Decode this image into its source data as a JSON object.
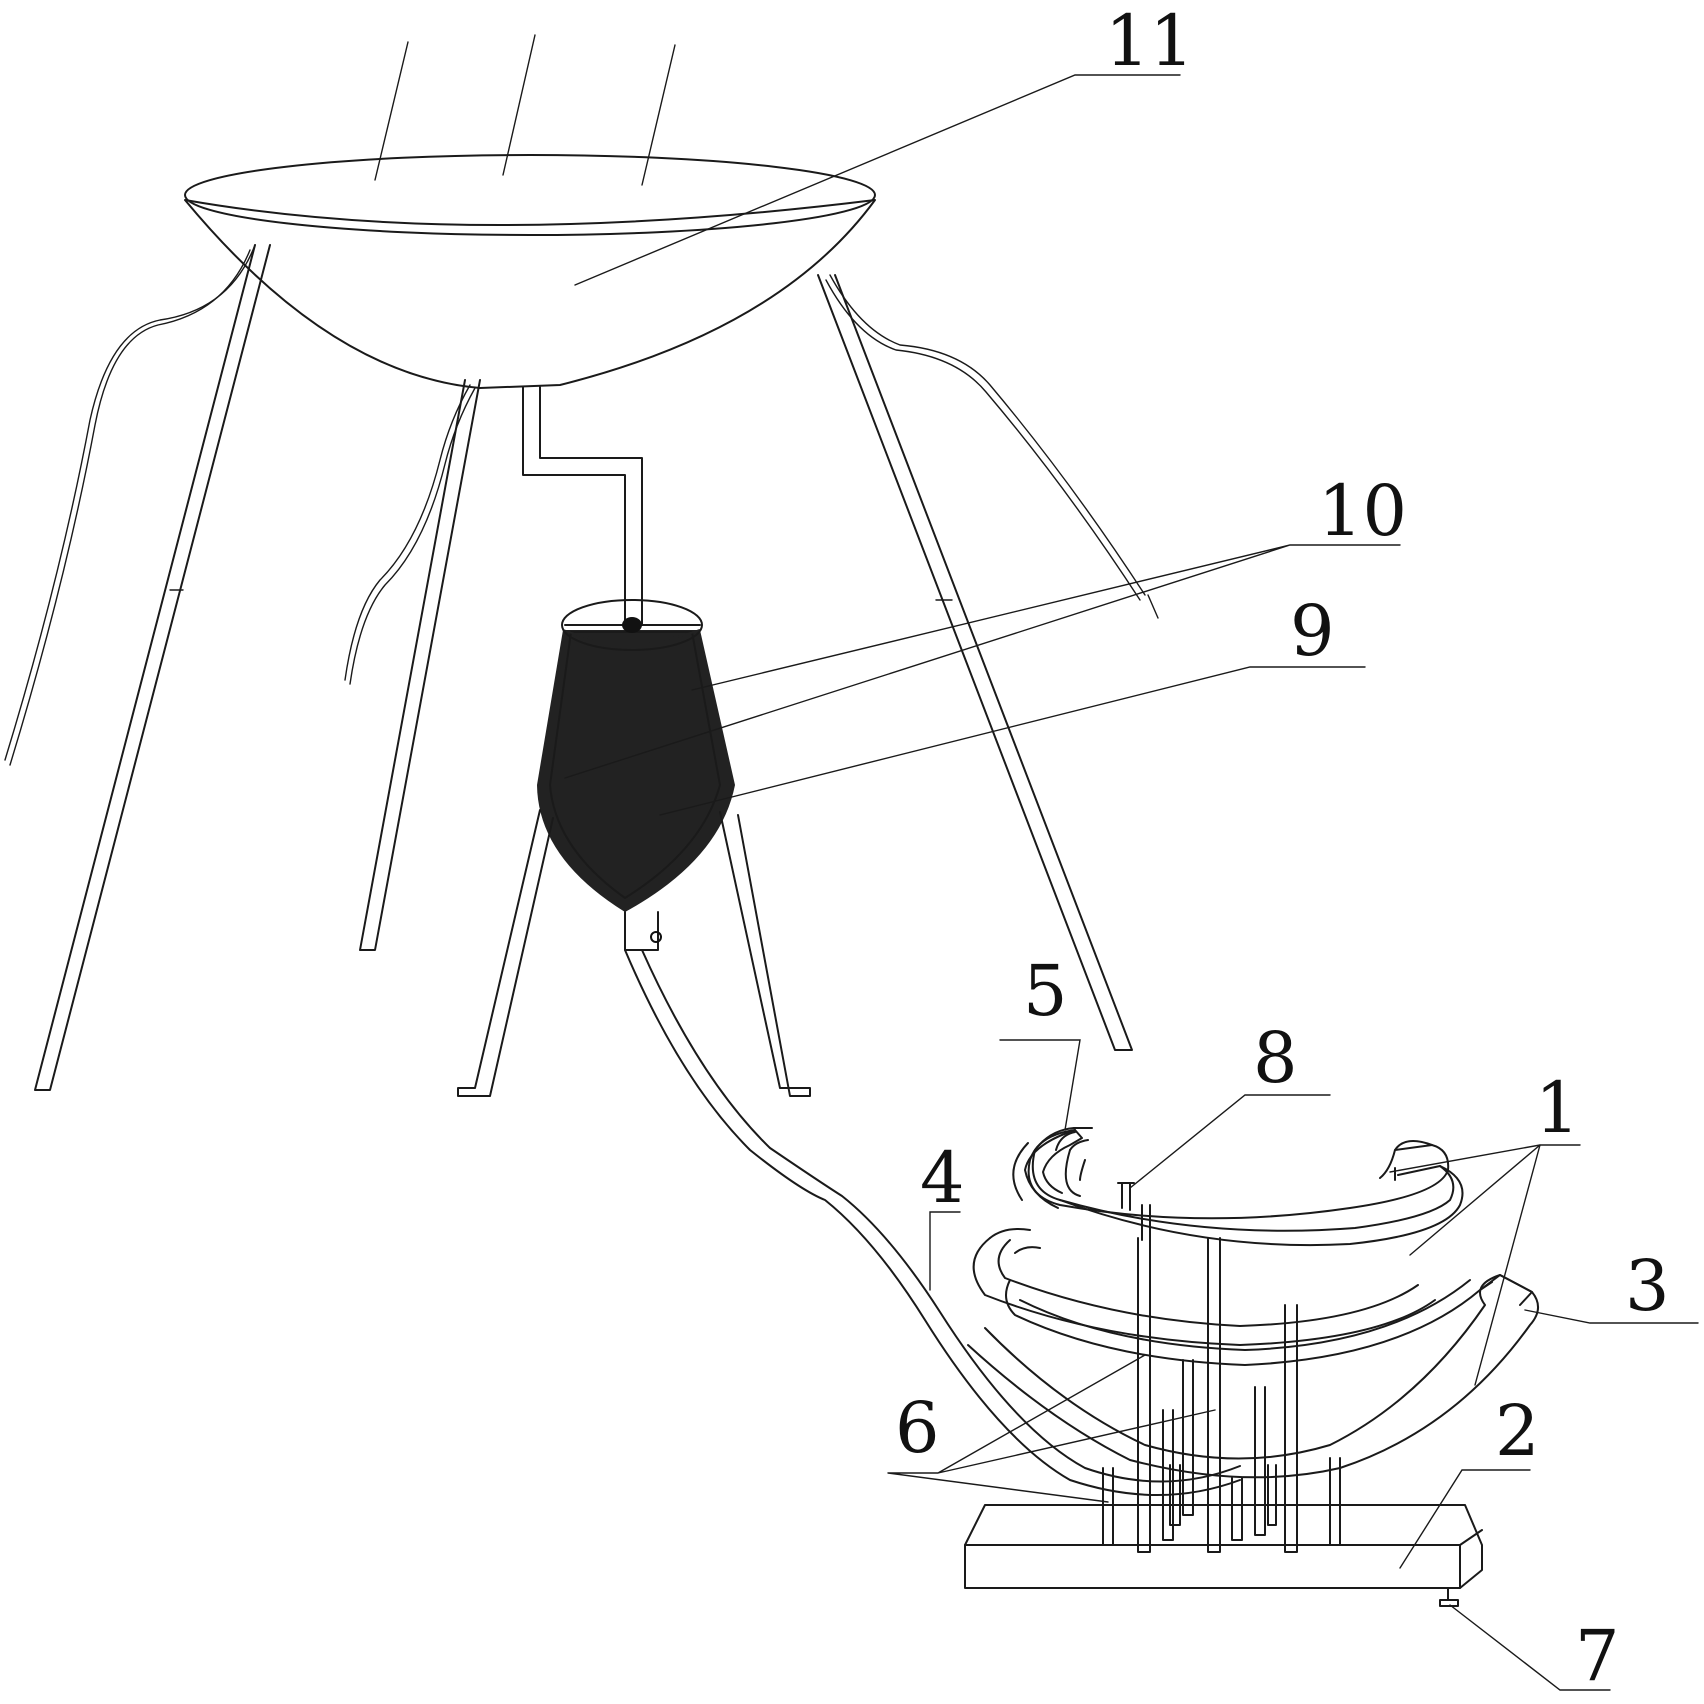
{
  "labels": {
    "l1": "1",
    "l2": "2",
    "l3": "3",
    "l4": "4",
    "l5": "5",
    "l6": "6",
    "l7": "7",
    "l8": "8",
    "l9": "9",
    "l10": "10",
    "l11": "11"
  },
  "colors": {
    "line": "#1a1a1a",
    "hatch": "#333333",
    "background": "#ffffff"
  }
}
